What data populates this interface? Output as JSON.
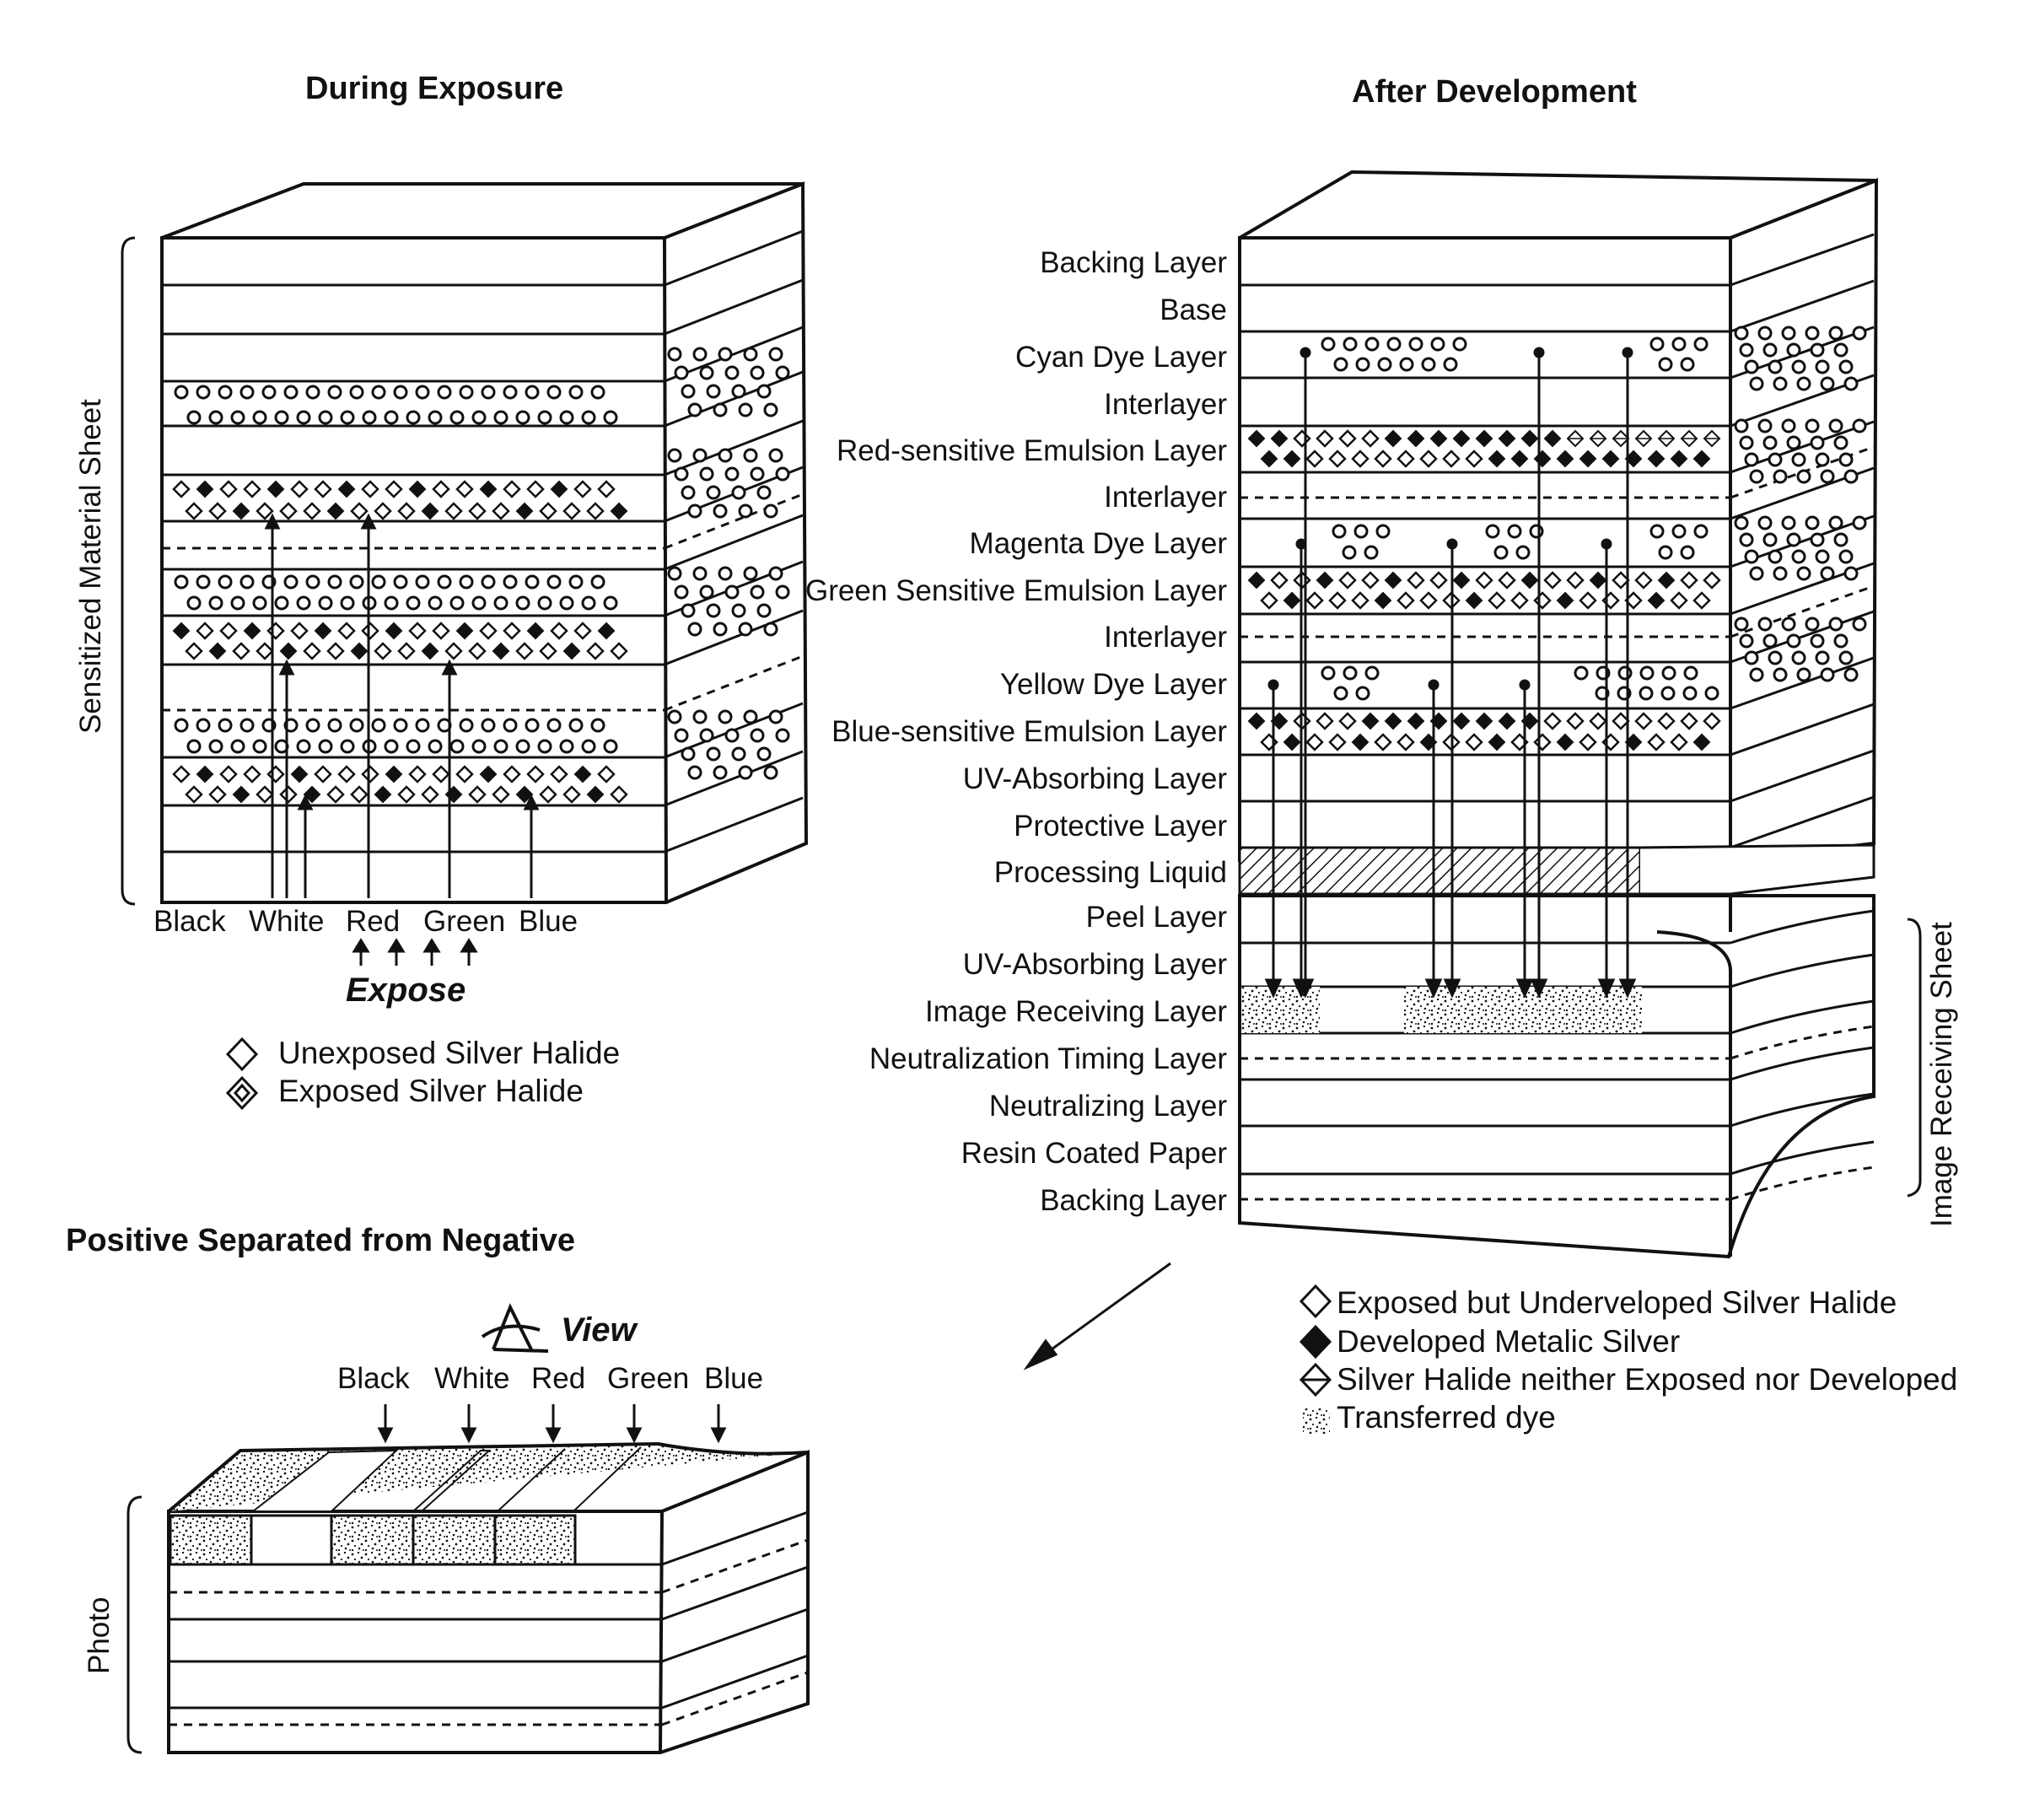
{
  "titles": {
    "during": "During Exposure",
    "after": "After Development",
    "positive": "Positive Separated from Negative"
  },
  "left_panel": {
    "side_label": "Sensitized Material Sheet",
    "light_labels": [
      "Black",
      "White",
      "Red",
      "Green",
      "Blue"
    ],
    "expose_label": "Expose",
    "legend": [
      {
        "symbol": "diamond-open-icon",
        "text": "Unexposed Silver Halide"
      },
      {
        "symbol": "diamond-dotted-icon",
        "text": "Exposed Silver Halide"
      }
    ]
  },
  "right_panel": {
    "layers": [
      "Backing Layer",
      "Base",
      "Cyan Dye Layer",
      "Interlayer",
      "Red-sensitive Emulsion Layer",
      "Interlayer",
      "Magenta Dye Layer",
      "Green Sensitive Emulsion Layer",
      "Interlayer",
      "Yellow Dye Layer",
      "Blue-sensitive Emulsion Layer",
      "UV-Absorbing Layer",
      "Protective Layer",
      "Processing Liquid",
      "Peel Layer",
      "UV-Absorbing Layer",
      "Image Receiving Layer",
      "Neutralization Timing Layer",
      "Neutralizing Layer",
      "Resin Coated Paper",
      "Backing Layer"
    ],
    "side_label": "Image Receiving Sheet",
    "legend": [
      {
        "symbol": "diamond-open-icon",
        "text": "Exposed but Underveloped Silver Halide"
      },
      {
        "symbol": "diamond-filled-icon",
        "text": "Developed Metalic Silver"
      },
      {
        "symbol": "diamond-split-icon",
        "text": "Silver Halide neither Exposed nor Developed"
      },
      {
        "symbol": "dye-dots-icon",
        "text": "Transferred dye"
      }
    ]
  },
  "bottom_panel": {
    "view_label": "View",
    "light_labels": [
      "Black",
      "White",
      "Red",
      "Green",
      "Blue"
    ],
    "side_label": "Photo"
  }
}
